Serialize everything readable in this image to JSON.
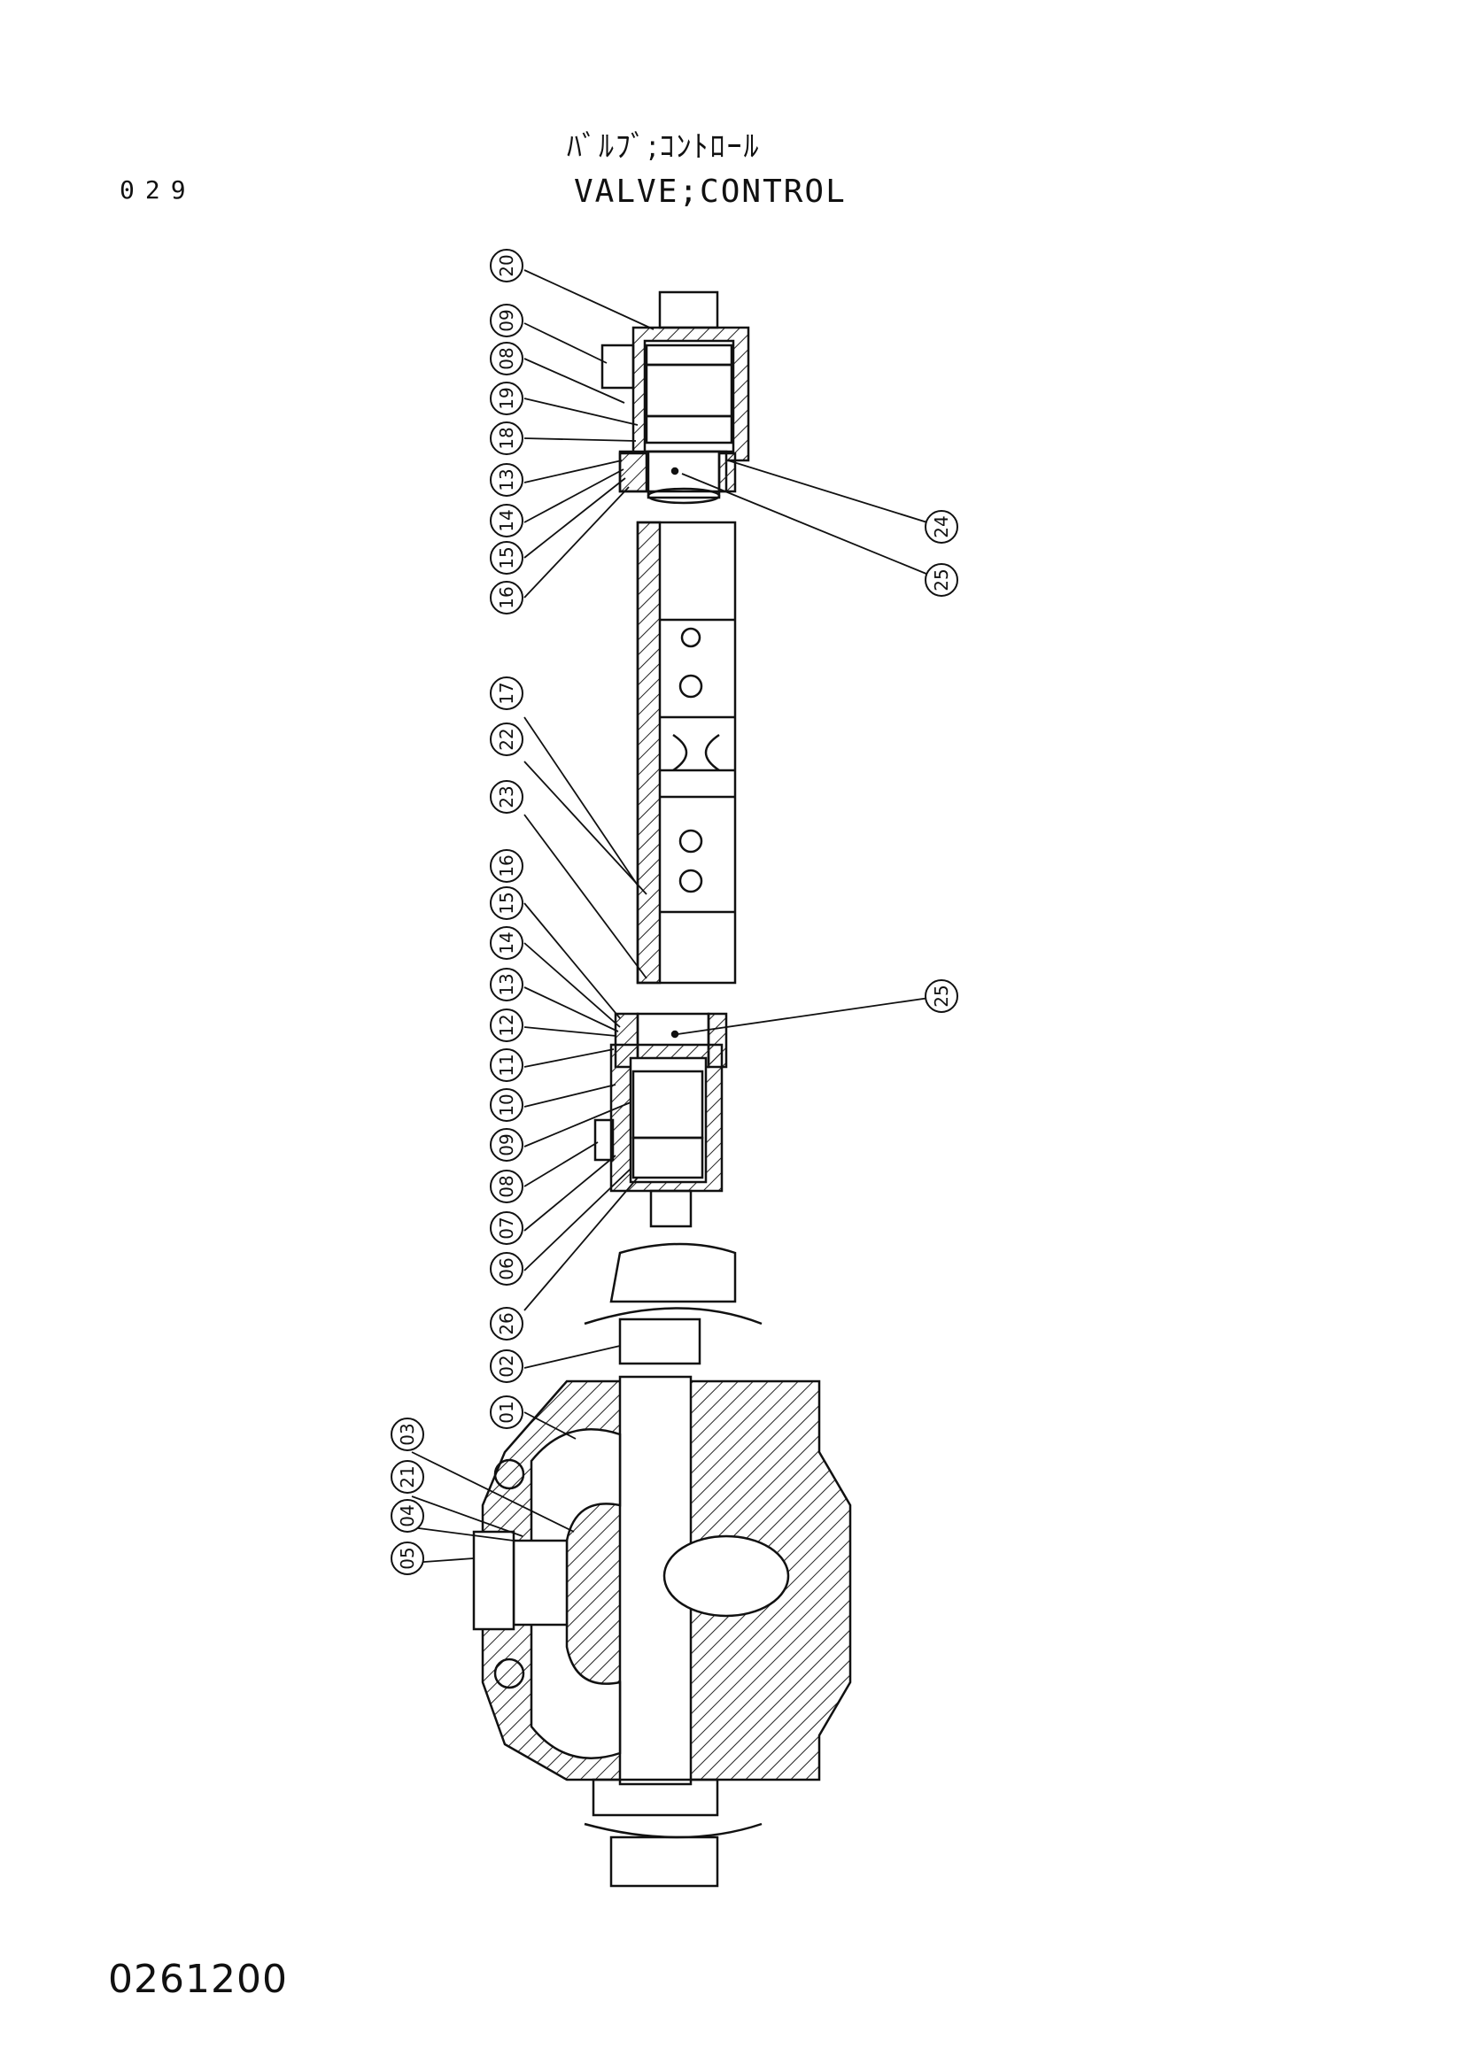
{
  "header": {
    "page_number": "029",
    "title_jp": "ﾊﾞﾙﾌﾞ;ｺﾝﾄﾛｰﾙ",
    "title_en": "VALVE;CONTROL"
  },
  "footer": {
    "drawing_number": "0261200"
  },
  "callouts": [
    {
      "label": "20"
    },
    {
      "label": "09"
    },
    {
      "label": "08"
    },
    {
      "label": "19"
    },
    {
      "label": "18"
    },
    {
      "label": "13"
    },
    {
      "label": "14"
    },
    {
      "label": "15"
    },
    {
      "label": "16"
    },
    {
      "label": "24"
    },
    {
      "label": "25"
    },
    {
      "label": "17"
    },
    {
      "label": "22"
    },
    {
      "label": "23"
    },
    {
      "label": "16"
    },
    {
      "label": "15"
    },
    {
      "label": "14"
    },
    {
      "label": "13"
    },
    {
      "label": "12"
    },
    {
      "label": "11"
    },
    {
      "label": "10"
    },
    {
      "label": "09"
    },
    {
      "label": "08"
    },
    {
      "label": "07"
    },
    {
      "label": "06"
    },
    {
      "label": "25"
    },
    {
      "label": "26"
    },
    {
      "label": "02"
    },
    {
      "label": "01"
    },
    {
      "label": "03"
    },
    {
      "label": "21"
    },
    {
      "label": "04"
    },
    {
      "label": "05"
    }
  ]
}
